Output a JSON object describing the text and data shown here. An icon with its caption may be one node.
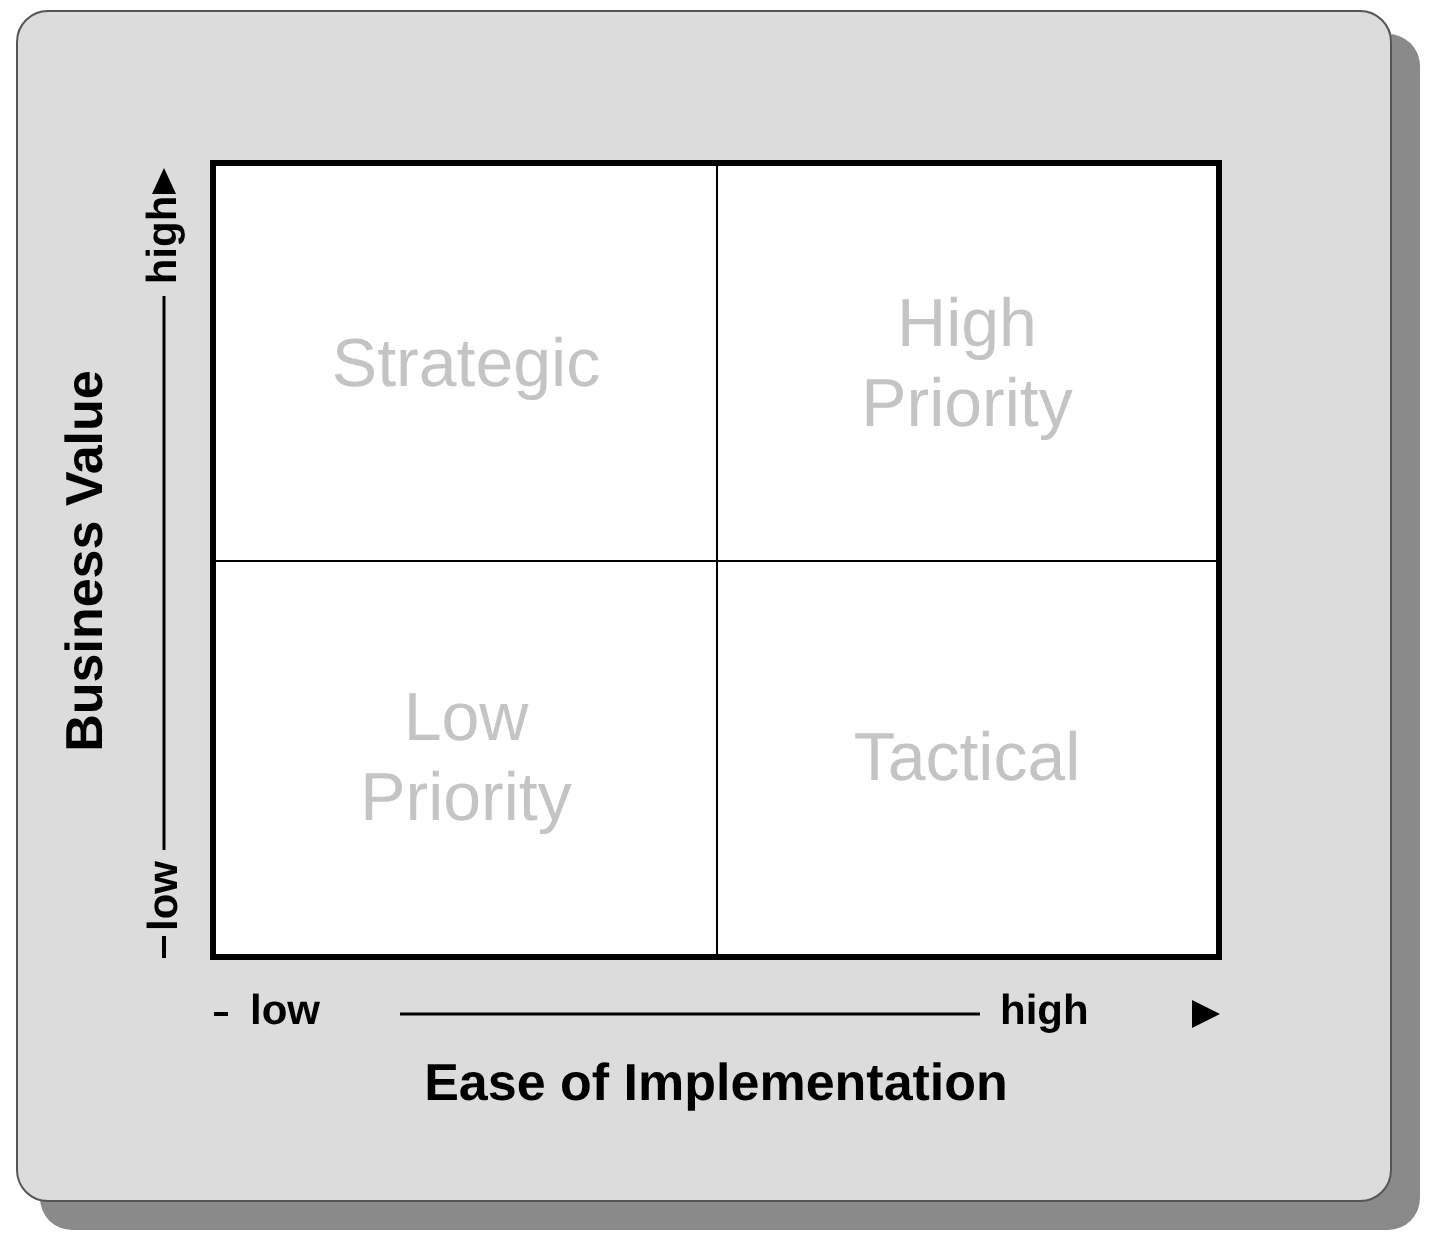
{
  "diagram": {
    "nodes": [
      {
        "text": [
          "Strategic"
        ]
      },
      {
        "text": [
          "High Priority"
        ]
      },
      {
        "text": [
          "Low Priority"
        ]
      },
      {
        "text": [
          "Tactical"
        ]
      }
    ],
    "labels": [
      "high",
      "Business Value",
      "low",
      "low",
      "high",
      "Ease of Implementation"
    ]
  }
}
